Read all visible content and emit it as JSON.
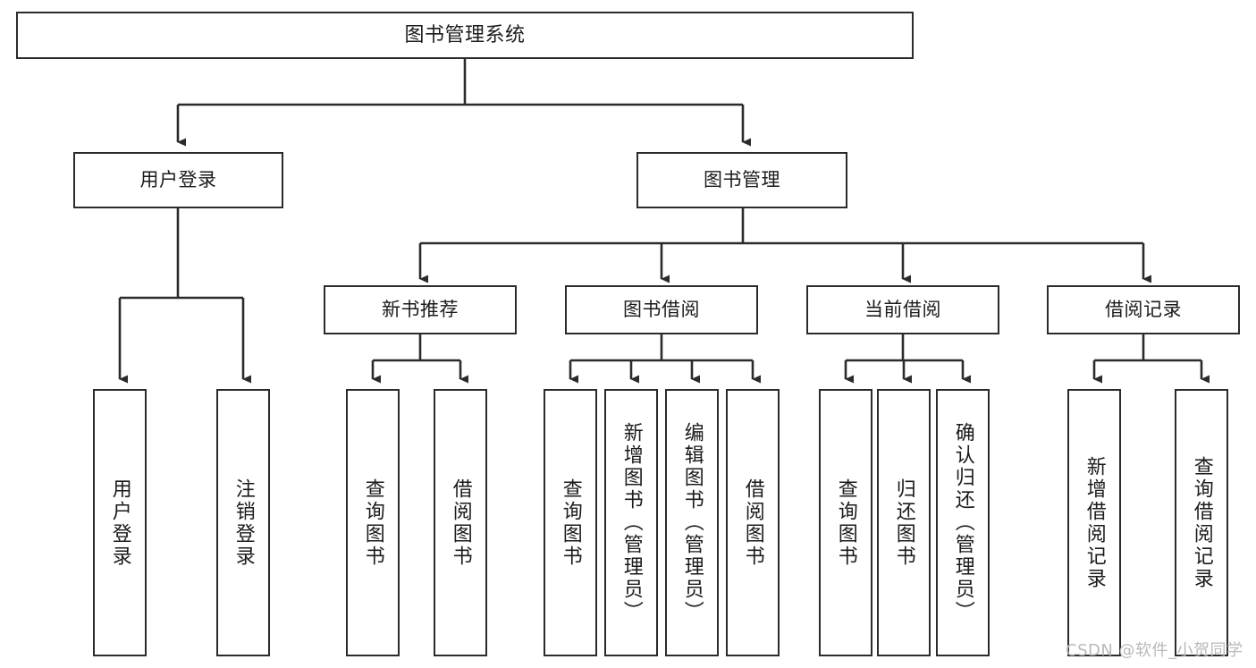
{
  "diagram": {
    "title": "图书管理系统",
    "watermark": "CSDN @软件_小贺同学",
    "line_color": "#2b2b2b",
    "box_fill": "#ffffff",
    "text_color": "#1b1b1b",
    "watermark_color": "#b9b9b9",
    "levels": {
      "root": {
        "label": "图书管理系统"
      },
      "level1": [
        {
          "label": "用户登录"
        },
        {
          "label": "图书管理"
        }
      ],
      "level2": [
        {
          "label": "新书推荐"
        },
        {
          "label": "图书借阅"
        },
        {
          "label": "当前借阅"
        },
        {
          "label": "借阅记录"
        }
      ],
      "leaves": {
        "user_login": [
          {
            "label": "用户登录"
          },
          {
            "label": "注销登录"
          }
        ],
        "new_book": [
          {
            "label": "查询图书"
          },
          {
            "label": "借阅图书"
          }
        ],
        "borrow_book": [
          {
            "label": "查询图书"
          },
          {
            "label": "新增图书（管理员）"
          },
          {
            "label": "编辑图书（管理员）"
          },
          {
            "label": "借阅图书"
          }
        ],
        "current_borrow": [
          {
            "label": "查询图书"
          },
          {
            "label": "归还图书"
          },
          {
            "label": "确认归还（管理员）"
          }
        ],
        "borrow_record": [
          {
            "label": "新增借阅记录"
          },
          {
            "label": "查询借阅记录"
          }
        ]
      }
    }
  }
}
